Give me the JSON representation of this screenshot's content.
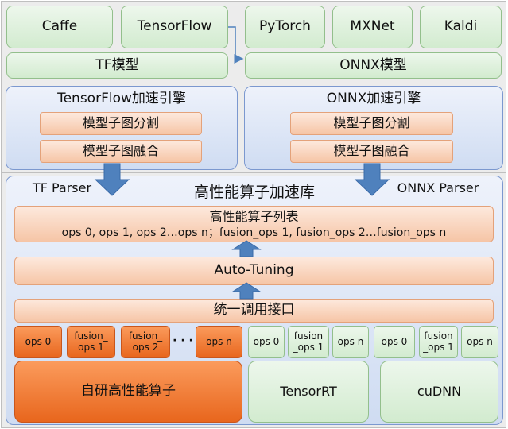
{
  "frameworks": {
    "caffe": "Caffe",
    "tensorflow": "TensorFlow",
    "pytorch": "PyTorch",
    "mxnet": "MXNet",
    "kaldi": "Kaldi"
  },
  "models": {
    "tf_model": "TF模型",
    "onnx_model": "ONNX模型"
  },
  "tf_engine": {
    "title": "TensorFlow加速引擎",
    "split": "模型子图分割",
    "fusion": "模型子图融合"
  },
  "onnx_engine": {
    "title": "ONNX加速引擎",
    "split": "模型子图分割",
    "fusion": "模型子图融合"
  },
  "library": {
    "title": "高性能算子加速库",
    "tf_parser": "TF Parser",
    "onnx_parser": "ONNX Parser",
    "op_list_title": "高性能算子列表",
    "op_list_detail": "ops 0, ops 1, ops 2…ops n；fusion_ops 1, fusion_ops 2…fusion_ops n",
    "auto_tuning": "Auto-Tuning",
    "unified_api": "统一调用接口",
    "ellipsis": "· · ·",
    "custom_ops": {
      "items": [
        "ops 0",
        "fusion_\nops 1",
        "fusion_\nops 2",
        "ops n"
      ],
      "label": "自研高性能算子"
    },
    "tensorrt": {
      "items": [
        "ops 0",
        "fusion\n_ops 1",
        "ops n"
      ],
      "label": "TensorRT"
    },
    "cudnn": {
      "items": [
        "ops 0",
        "fusion\n_ops 1",
        "ops n"
      ],
      "label": "cuDNN"
    }
  },
  "colors": {
    "green_border": "#93bf8c",
    "blue_border": "#7b98cf",
    "orange_fill": "#f6c5a6",
    "orange_dark": "#e8661d",
    "arrow_blue": "#4f81bd"
  }
}
